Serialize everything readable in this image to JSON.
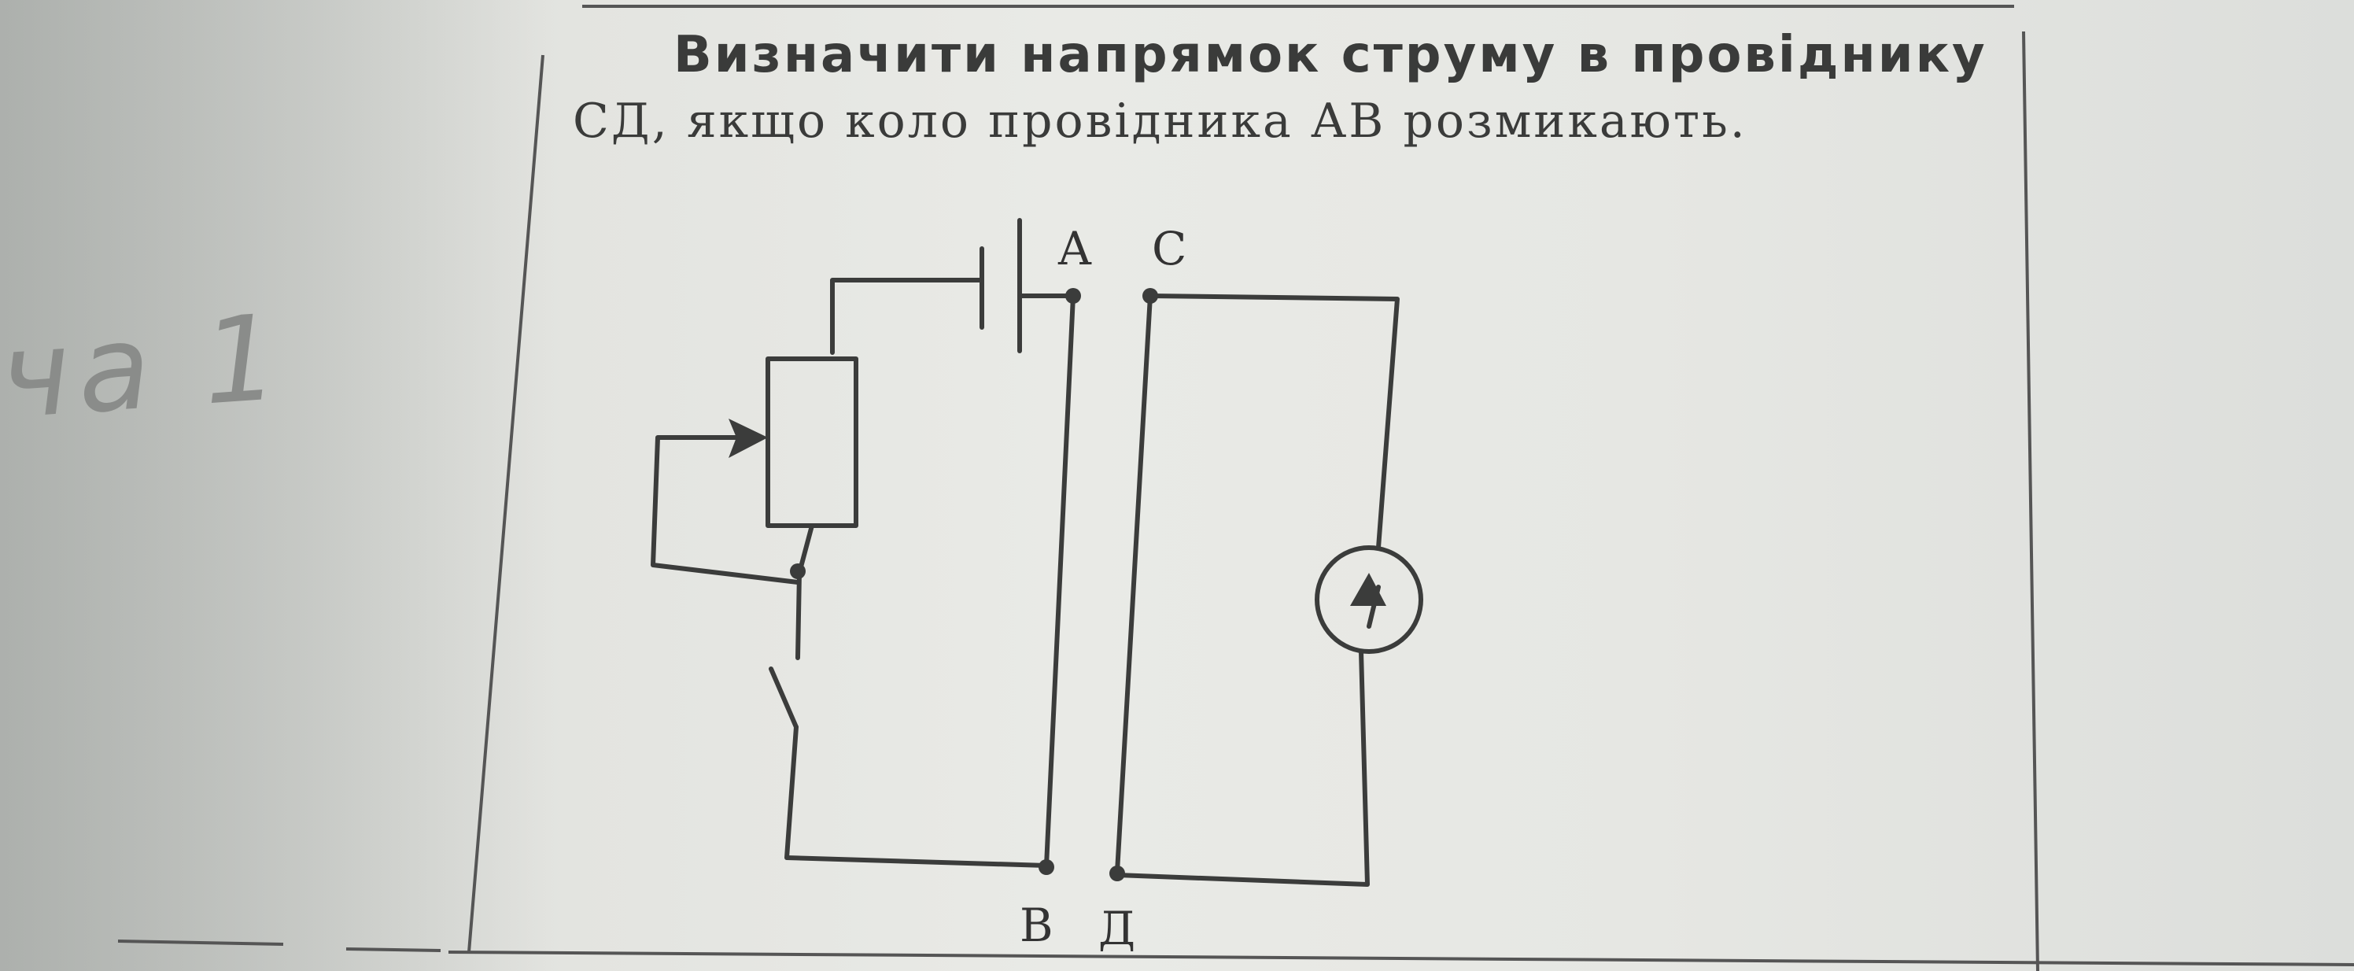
{
  "question": {
    "line1": "Визначити напрямок струму в провіднику",
    "line2": "СД, якщо коло провідника АВ розмикають."
  },
  "handwritten_note": "ча 1",
  "diagram": {
    "labels": {
      "a": "А",
      "c": "С",
      "b": "В",
      "d": "Д"
    },
    "components": [
      "battery",
      "rheostat",
      "switch",
      "galvanometer"
    ]
  }
}
